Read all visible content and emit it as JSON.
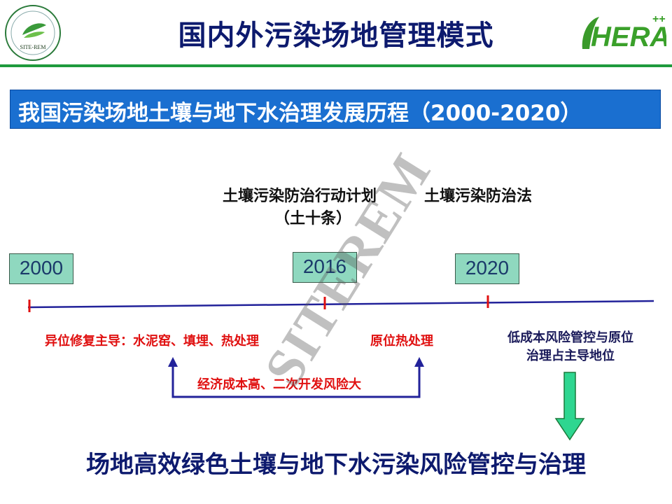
{
  "header": {
    "title": "国内外污染场地管理模式",
    "logo_left_text": "SITE-REM",
    "logo_right_text": "HERA"
  },
  "banner": {
    "text": "我国污染场地土壤与地下水治理发展历程（2000-2020）"
  },
  "policies": {
    "action_plan_line1": "土壤污染防治行动计划",
    "action_plan_line2": "（土十条）",
    "law": "土壤污染防治法"
  },
  "timeline": {
    "years": [
      "2000",
      "2016",
      "2020"
    ]
  },
  "phases": {
    "phase1": "异位修复主导：水泥窑、填埋、热处理",
    "phase2": "原位热处理",
    "phase3_line1": "低成本风险管控与原位",
    "phase3_line2": "治理占主导地位",
    "bracket_label": "经济成本高、二次开发风险大"
  },
  "conclusion": "场地高效绿色土壤与地下水污染风险管控与治理",
  "watermark": "SITEREM",
  "colors": {
    "title": "#0d1a6e",
    "banner": "#1a6fd0",
    "accent_red": "#e01010",
    "rule_green": "#1f9a3c",
    "year_box": "#8fd8bf"
  }
}
